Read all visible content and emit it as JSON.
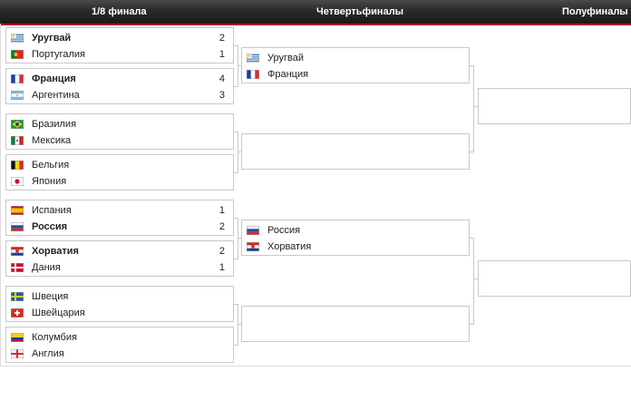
{
  "header": {
    "r16": "1/8 финала",
    "qf": "Четвертьфиналы",
    "sf": "Полуфиналы"
  },
  "r16": [
    {
      "home": {
        "name": "Уругвай",
        "score": "2",
        "flag": "uruguay",
        "win": true
      },
      "away": {
        "name": "Португалия",
        "score": "1",
        "flag": "portugal",
        "win": false
      }
    },
    {
      "home": {
        "name": "Франция",
        "score": "4",
        "flag": "france",
        "win": true
      },
      "away": {
        "name": "Аргентина",
        "score": "3",
        "flag": "argentina",
        "win": false
      }
    },
    {
      "home": {
        "name": "Бразилия",
        "score": "",
        "flag": "brazil",
        "win": false
      },
      "away": {
        "name": "Мексика",
        "score": "",
        "flag": "mexico",
        "win": false
      }
    },
    {
      "home": {
        "name": "Бельгия",
        "score": "",
        "flag": "belgium",
        "win": false
      },
      "away": {
        "name": "Япония",
        "score": "",
        "flag": "japan",
        "win": false
      }
    },
    {
      "home": {
        "name": "Испания",
        "score": "1",
        "flag": "spain",
        "win": false
      },
      "away": {
        "name": "Россия",
        "score": "2",
        "flag": "russia",
        "win": true
      }
    },
    {
      "home": {
        "name": "Хорватия",
        "score": "2",
        "flag": "croatia",
        "win": true
      },
      "away": {
        "name": "Дания",
        "score": "1",
        "flag": "denmark",
        "win": false
      }
    },
    {
      "home": {
        "name": "Швеция",
        "score": "",
        "flag": "sweden",
        "win": false
      },
      "away": {
        "name": "Швейцария",
        "score": "",
        "flag": "switzerland",
        "win": false
      }
    },
    {
      "home": {
        "name": "Колумбия",
        "score": "",
        "flag": "colombia",
        "win": false
      },
      "away": {
        "name": "Англия",
        "score": "",
        "flag": "england",
        "win": false
      }
    }
  ],
  "qf": [
    {
      "home": {
        "name": "Уругвай",
        "score": "",
        "flag": "uruguay",
        "win": false
      },
      "away": {
        "name": "Франция",
        "score": "",
        "flag": "france",
        "win": false
      }
    },
    {
      "home": {
        "name": "",
        "score": "",
        "flag": "",
        "win": false
      },
      "away": {
        "name": "",
        "score": "",
        "flag": "",
        "win": false
      }
    },
    {
      "home": {
        "name": "Россия",
        "score": "",
        "flag": "russia",
        "win": false
      },
      "away": {
        "name": "Хорватия",
        "score": "",
        "flag": "croatia",
        "win": false
      }
    },
    {
      "home": {
        "name": "",
        "score": "",
        "flag": "",
        "win": false
      },
      "away": {
        "name": "",
        "score": "",
        "flag": "",
        "win": false
      }
    }
  ],
  "sf": [
    {
      "home": {
        "name": "",
        "score": "",
        "flag": "",
        "win": false
      },
      "away": {
        "name": "",
        "score": "",
        "flag": "",
        "win": false
      }
    },
    {
      "home": {
        "name": "",
        "score": "",
        "flag": "",
        "win": false
      },
      "away": {
        "name": "",
        "score": "",
        "flag": "",
        "win": false
      }
    }
  ]
}
